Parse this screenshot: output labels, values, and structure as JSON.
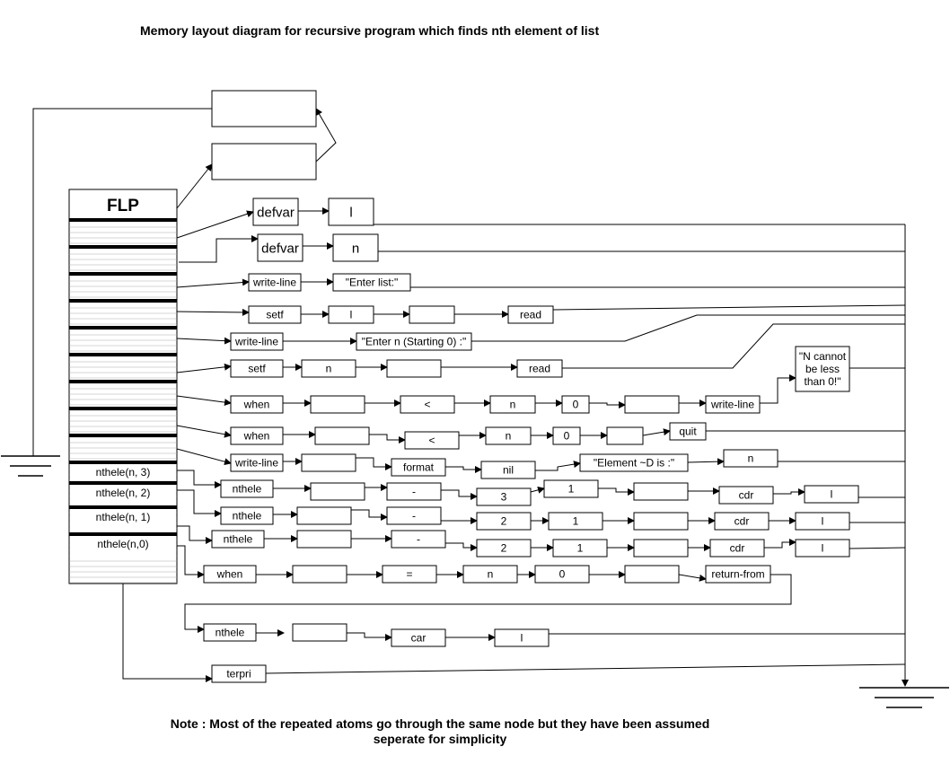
{
  "title": "Memory layout diagram for recursive program which finds nth element of list",
  "note_line1": "Note : Most of the repeated atoms go through the same node but they have been assumed",
  "note_line2": "seperate for simplicity",
  "flp_label": "FLP",
  "stack_frames": [
    "nthele(n, 3)",
    "nthele(n, 2)",
    "nthele(n, 1)",
    "nthele(n,0)"
  ],
  "nodes": [
    "",
    "",
    "defvar",
    "l",
    "defvar",
    "n",
    "write-line",
    "\"Enter list:\"",
    "setf",
    "l",
    "",
    "read",
    "write-line",
    "\"Enter n (Starting 0) :\"",
    "setf",
    "n",
    "",
    "read",
    "when",
    "",
    "<",
    "n",
    "0",
    "",
    "write-line",
    "\"N cannot be less than 0!\"",
    "when",
    "",
    "<",
    "n",
    "0",
    "",
    "quit",
    "write-line",
    "",
    "format",
    "nil",
    "\"Element ~D is :\"",
    "n",
    "nthele",
    "",
    "-",
    "3",
    "1",
    "",
    "cdr",
    "l",
    "nthele",
    "",
    "-",
    "2",
    "1",
    "",
    "cdr",
    "l",
    "nthele",
    "",
    "-",
    "2",
    "1",
    "",
    "cdr",
    "l",
    "when",
    "",
    "=",
    "n",
    "0",
    "",
    "return-from",
    "nthele",
    "",
    "car",
    "l",
    "terpri"
  ]
}
